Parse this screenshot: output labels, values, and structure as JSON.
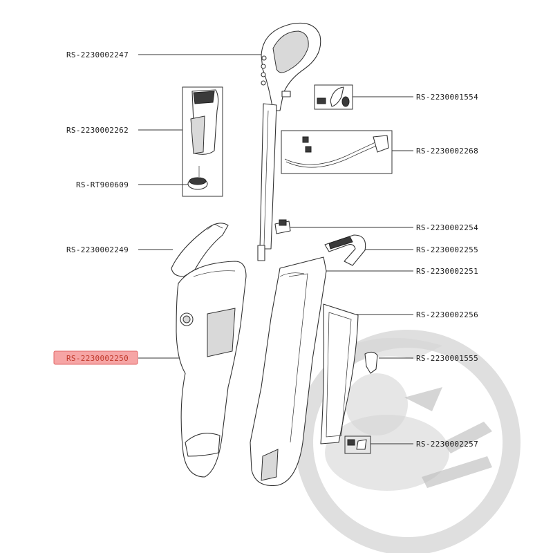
{
  "parts": [
    {
      "id": "p2247",
      "ref": "RS-2230002247",
      "highlighted": false
    },
    {
      "id": "p1554",
      "ref": "RS-2230001554",
      "highlighted": false
    },
    {
      "id": "p2262",
      "ref": "RS-2230002262",
      "highlighted": false
    },
    {
      "id": "p2268",
      "ref": "RS-2230002268",
      "highlighted": false
    },
    {
      "id": "p0609",
      "ref": "RS-RT900609",
      "highlighted": false
    },
    {
      "id": "p2254",
      "ref": "RS-2230002254",
      "highlighted": false
    },
    {
      "id": "p2249",
      "ref": "RS-2230002249",
      "highlighted": false
    },
    {
      "id": "p2255",
      "ref": "RS-2230002255",
      "highlighted": false
    },
    {
      "id": "p2251",
      "ref": "RS-2230002251",
      "highlighted": false
    },
    {
      "id": "p2256",
      "ref": "RS-2230002256",
      "highlighted": false
    },
    {
      "id": "p2250",
      "ref": "RS-2230002250",
      "highlighted": true
    },
    {
      "id": "p1555",
      "ref": "RS-2230001555",
      "highlighted": false
    },
    {
      "id": "p2257",
      "ref": "RS-2230002257",
      "highlighted": false
    }
  ],
  "colors": {
    "highlight_fill": "#f6a5a5",
    "highlight_text": "#c0392b",
    "line": "#333333",
    "watermark": "#d4d4d4"
  }
}
